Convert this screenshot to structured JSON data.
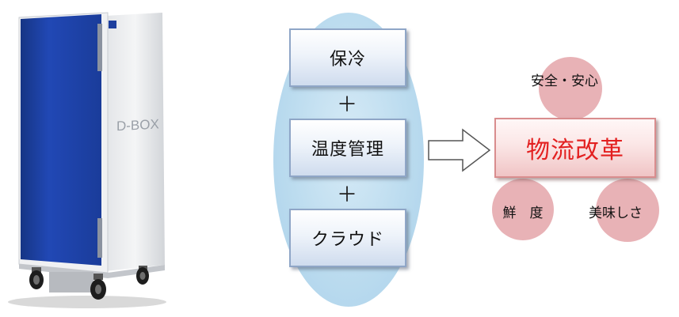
{
  "product": {
    "brand_label": "D-BOX"
  },
  "features": {
    "items": [
      {
        "label": "保冷"
      },
      {
        "label": "温度管理"
      },
      {
        "label": "クラウド"
      }
    ],
    "plus_symbol": "＋"
  },
  "outcome": {
    "main_label": "物流改革",
    "circles": [
      {
        "label": "安全・安心"
      },
      {
        "label": "鮮　度"
      },
      {
        "label": "美味しさ"
      }
    ]
  },
  "colors": {
    "cabinet_door": "#1e3f9e",
    "oval": "#bcdcef",
    "feature_box_border": "#8fa6c7",
    "outcome_text": "#e32020",
    "circle_fill": "#e8b2b6"
  }
}
